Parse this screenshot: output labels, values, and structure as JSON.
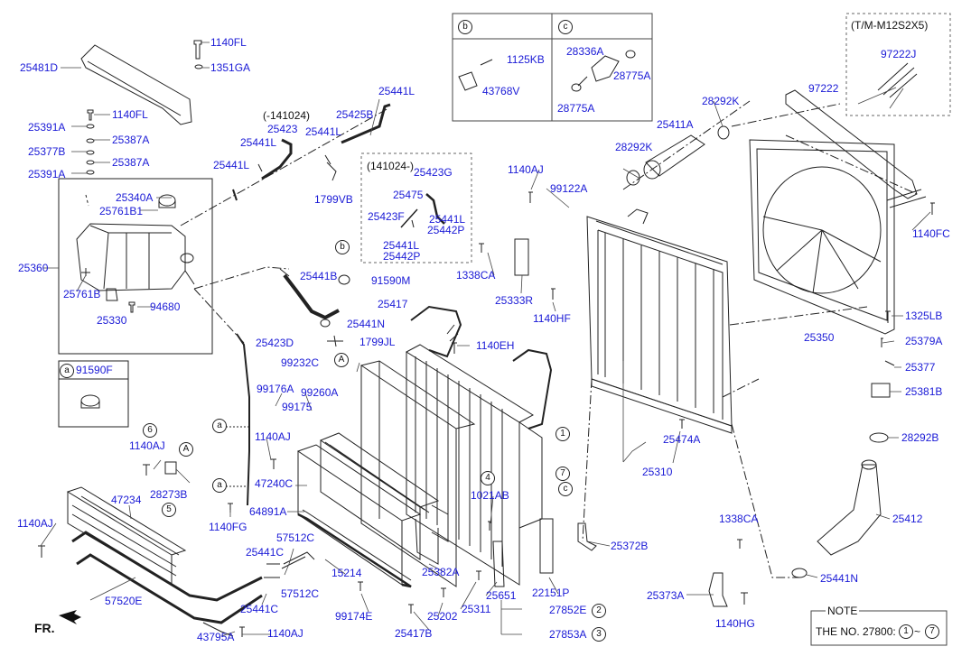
{
  "labels": {
    "l_1140FL_a": "1140FL",
    "l_1351GA": "1351GA",
    "l_25481D": "25481D",
    "l_1140FL_b": "1140FL",
    "l_25391A_a": "25391A",
    "l_25387A_a": "25387A",
    "l_25377B": "25377B",
    "l_25387A_b": "25387A",
    "l_25391A_b": "25391A",
    "l_25340A": "25340A",
    "l_25761B1": "25761B1",
    "l_25360": "25360",
    "l_25761B": "25761B",
    "l_25330": "25330",
    "l_94680": "94680",
    "l_91590F": "91590F",
    "l_141024a": "(-141024)",
    "l_25423": "25423",
    "l_25441L_1": "25441L",
    "l_25441L_2": "25441L",
    "l_25441L_3": "25441L",
    "l_25425B": "25425B",
    "l_25441L_4": "25441L",
    "l_1799VB": "1799VB",
    "l_141024b": "(141024-)",
    "l_25423G": "25423G",
    "l_25475": "25475",
    "l_25423F": "25423F",
    "l_25441L_5": "25441L",
    "l_25442P_a": "25442P",
    "l_25441L_6": "25441L",
    "l_25442P_b": "25442P",
    "l_25441B": "25441B",
    "l_91590M": "91590M",
    "l_25417": "25417",
    "l_25441N_a": "25441N",
    "l_1799JL": "1799JL",
    "l_25423D": "25423D",
    "l_99232C": "99232C",
    "l_99176A": "99176A",
    "l_99260A": "99260A",
    "l_99175": "99175",
    "l_1140AJ_a": "1140AJ",
    "l_47240C": "47240C",
    "l_1140AJ_b": "1140AJ",
    "l_28273B": "28273B",
    "l_1140FG": "1140FG",
    "l_47234": "47234",
    "l_64891A": "64891A",
    "l_1140AJ_c": "1140AJ",
    "l_57520E": "57520E",
    "l_57512C_a": "57512C",
    "l_25441C_a": "25441C",
    "l_57512C_b": "57512C",
    "l_25441C_b": "25441C",
    "l_15214": "15214",
    "l_99174E": "99174E",
    "l_43795A": "43795A",
    "l_1140AJ_d": "1140AJ",
    "l_25417B": "25417B",
    "l_25202": "25202",
    "l_25311": "25311",
    "l_25382A": "25382A",
    "l_25651": "25651",
    "l_22151P": "22151P",
    "l_1021AB": "1021AB",
    "l_27852E": "27852E",
    "l_27853A": "27853A",
    "l_1140EH": "1140EH",
    "l_1125KB": "1125KB",
    "l_43768V": "43768V",
    "l_28336A": "28336A",
    "l_28775A_a": "28775A",
    "l_28775A_b": "28775A",
    "l_1140AJ_e": "1140AJ",
    "l_99122A": "99122A",
    "l_1338CA_a": "1338CA",
    "l_25333R": "25333R",
    "l_1140HF": "1140HF",
    "l_28292K_a": "28292K",
    "l_25411A": "25411A",
    "l_28292K_b": "28292K",
    "l_97222": "97222",
    "l_tm": "(T/M-M12S2X5)",
    "l_97222J": "97222J",
    "l_1140FC": "1140FC",
    "l_1325LB": "1325LB",
    "l_25350": "25350",
    "l_25379A": "25379A",
    "l_25377": "25377",
    "l_25381B": "25381B",
    "l_25474A": "25474A",
    "l_25310": "25310",
    "l_28292B": "28292B",
    "l_25412": "25412",
    "l_1338CA_b": "1338CA",
    "l_25372B": "25372B",
    "l_25441N_b": "25441N",
    "l_25373A": "25373A",
    "l_1140HG": "1140HG"
  },
  "circles": {
    "c_b_hdr": "b",
    "c_c_hdr": "c",
    "c_a_box": "a",
    "c_A_1": "A",
    "c_A_2": "A",
    "c_6": "6",
    "c_5": "5",
    "c_a_1": "a",
    "c_a_2": "a",
    "c_b_1": "b",
    "c_1": "1",
    "c_4": "4",
    "c_7": "7",
    "c_c_1": "c",
    "c_2": "2",
    "c_3": "3",
    "c_note_1": "1",
    "c_note_7": "7"
  },
  "note": {
    "title": "NOTE",
    "text": "THE NO. 27800:",
    "sep": "~"
  },
  "fr_label": "FR."
}
